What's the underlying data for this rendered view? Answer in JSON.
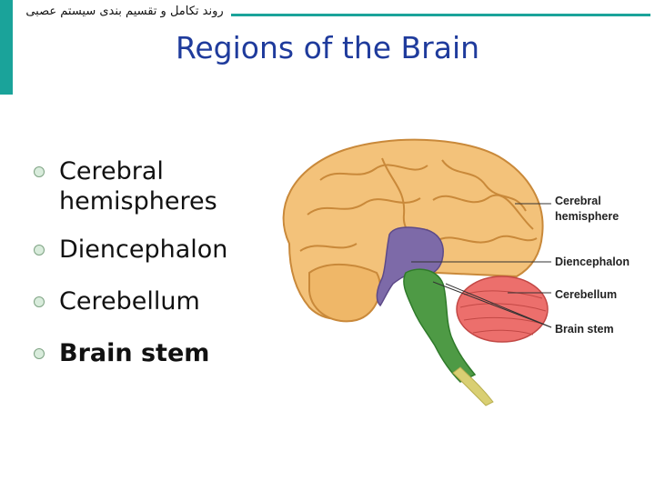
{
  "header": {
    "text": "روند تکامل و تقسیم بندی سیستم عصبی"
  },
  "slide": {
    "title": "Regions of the Brain"
  },
  "bullets": [
    {
      "text": "Cerebral hemispheres",
      "bold": false
    },
    {
      "text": "Diencephalon",
      "bold": false
    },
    {
      "text": "Cerebellum",
      "bold": false
    },
    {
      "text": "Brain stem",
      "bold": true
    }
  ],
  "figure": {
    "callouts": {
      "cerebral_hemisphere_line1": "Cerebral",
      "cerebral_hemisphere_line2": "hemisphere",
      "diencephalon": "Diencephalon",
      "cerebellum": "Cerebellum",
      "brain_stem": "Brain stem"
    }
  },
  "colors": {
    "accent_teal": "#1aa39a",
    "title_blue": "#1f3b9c",
    "cerebrum": "#f3c27a",
    "diencephalon": "#7d6aa8",
    "cerebellum": "#ec6f6c",
    "brain_stem": "#4e9a45"
  }
}
